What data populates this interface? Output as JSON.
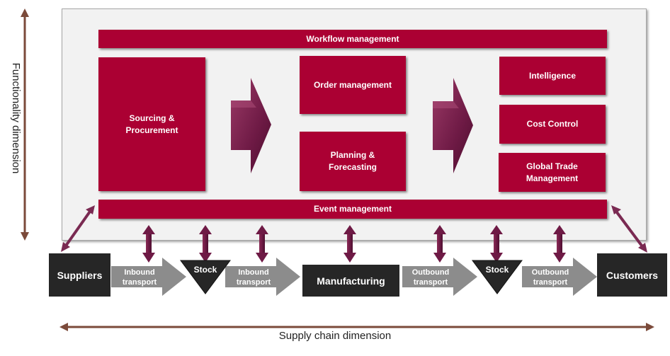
{
  "axes": {
    "vertical_label": "Functionality dimension",
    "horizontal_label": "Supply chain dimension"
  },
  "functional_layer": {
    "top_bar": "Workflow management",
    "bottom_bar": "Event management",
    "left_block": "Sourcing & Procurement",
    "middle_blocks": [
      "Order management",
      "Planning & Forecasting"
    ],
    "right_blocks": [
      "Intelligence",
      "Cost Control",
      "Global Trade Management"
    ]
  },
  "supply_chain": {
    "nodes": [
      "Suppliers",
      "Manufacturing",
      "Customers"
    ],
    "stocks": [
      "Stock",
      "Stock"
    ],
    "transports": [
      {
        "line1": "Inbound",
        "line2": "transport"
      },
      {
        "line1": "Inbound",
        "line2": "transport"
      },
      {
        "line1": "Outbound",
        "line2": "transport"
      },
      {
        "line1": "Outbound",
        "line2": "transport"
      }
    ]
  },
  "colors": {
    "module_red": "#ab0033",
    "connector_purple": "#6e1a45",
    "axis_brown": "#7b4a3a",
    "node_dark": "#262626",
    "transport_grey": "#8c8c8c"
  }
}
